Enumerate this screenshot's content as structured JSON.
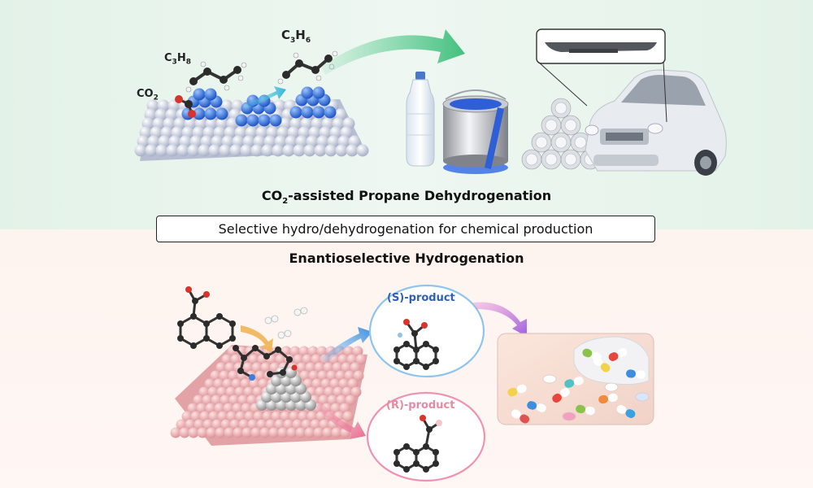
{
  "labels": {
    "c3h8_main": "C",
    "c3h8_sub1": "3",
    "c3h8_mid": "H",
    "c3h8_sub2": "8",
    "co2_main": "CO",
    "co2_sub": "2",
    "c3h6_main": "C",
    "c3h6_sub1": "3",
    "c3h6_mid": "H",
    "c3h6_sub2": "6",
    "top_title_a": "CO",
    "top_title_sub": "2",
    "top_title_b": "-assisted Propane Dehydrogenation",
    "banner": "Selective hydro/dehydrogenation for chemical production",
    "bottom_title": "Enantioselective Hydrogenation",
    "s_product": "(S)-product",
    "r_product": "(R)-product"
  },
  "colors": {
    "top_background": "#e3f2e8",
    "bottom_background": "#fdf3ef",
    "green_arrow": "#4cc98a",
    "blue_particle": "#3a78e0",
    "support_grey": "#c9cfe0",
    "pink_support": "#ecaeb0",
    "s_circle": "#8fc4ec",
    "r_circle": "#ef93b3",
    "purple_arrow": "#b56fe0"
  },
  "icons": [
    "bottle-icon",
    "paint-can-icon",
    "pipe-stack-icon",
    "car-icon",
    "bumper-part-icon",
    "pill-jar-icon"
  ]
}
